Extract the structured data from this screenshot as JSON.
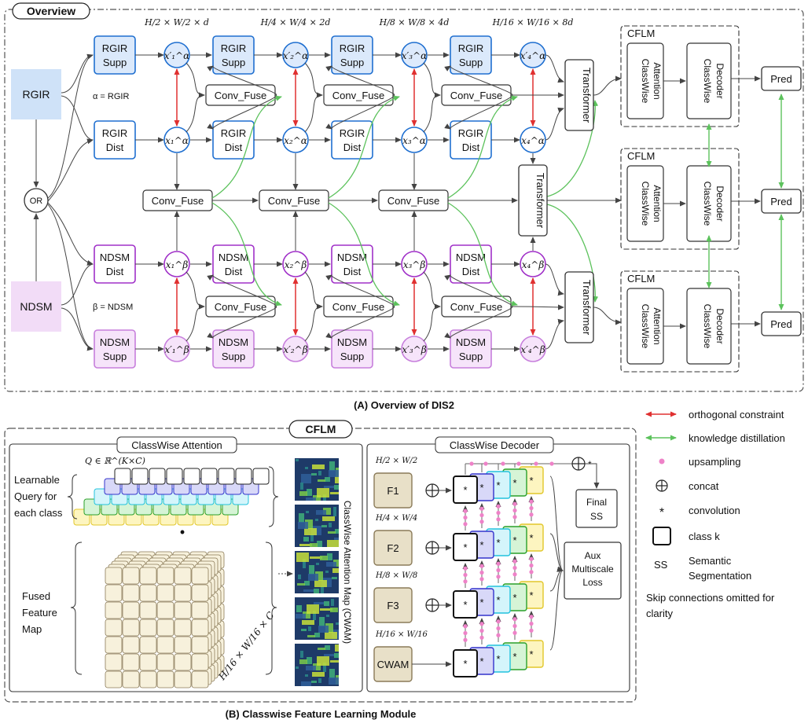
{
  "overview": {
    "label": "Overview",
    "caption": "(A) Overview of DIS2",
    "inputs": {
      "rgir": "RGIR",
      "ndsm": "NDSM",
      "or": "OR"
    },
    "alpha_def": "α = RGIR",
    "beta_def": "β = NDSM",
    "dims": [
      "H/2 × W/2 × d",
      "H/4 × W/4 × 2d",
      "H/8 × W/8 × 4d",
      "H/16 × W/16 × 8d"
    ],
    "rgir_supp": [
      "RGIR",
      "Supp"
    ],
    "rgir_dist": [
      "RGIR",
      "Dist"
    ],
    "ndsm_dist": [
      "NDSM",
      "Dist"
    ],
    "ndsm_supp": [
      "NDSM",
      "Supp"
    ],
    "conv_fuse": "Conv_Fuse",
    "transformer": "Transformer",
    "cflm": "CFLM",
    "classwise_attention": [
      "ClassWise",
      "Attention"
    ],
    "classwise_decoder": [
      "ClassWise",
      "Decoder"
    ],
    "pred": "Pred",
    "nodes": {
      "top": [
        "x′₁^α",
        "x′₂^α",
        "x′₃^α",
        "x′₄^α"
      ],
      "alpha": [
        "x₁^α",
        "x₂^α",
        "x₃^α",
        "x₄^α"
      ],
      "beta": [
        "x₁^β",
        "x₂^β",
        "x₃^β",
        "x₄^β"
      ],
      "bottom": [
        "x′₁^β",
        "x′₂^β",
        "x′₃^β",
        "x′₄^β"
      ]
    }
  },
  "cflm": {
    "title": "CFLM",
    "caption": "(B) Classwise Feature Learning Module",
    "attention_title": "ClassWise Attention",
    "query_set": "Q ∈ ℝ^(K×C)",
    "learnable_query": [
      "Learnable",
      "Query for",
      "each class"
    ],
    "fused_map": [
      "Fused",
      "Feature",
      "Map"
    ],
    "fused_dims": "H/16 × W/16 × C",
    "cwam_label": "ClassWise Attention Map (CWAM)",
    "decoder_title": "ClassWise Decoder",
    "features": [
      {
        "name": "F1",
        "dim": "H/2 × W/2"
      },
      {
        "name": "F2",
        "dim": "H/4 × W/4"
      },
      {
        "name": "F3",
        "dim": "H/8 × W/8"
      },
      {
        "name": "CWAM",
        "dim": "H/16 × W/16"
      }
    ],
    "final_ss": [
      "Final",
      "SS"
    ],
    "aux_loss": [
      "Aux",
      "Multiscale",
      "Loss"
    ]
  },
  "legend": {
    "orthogonal": "orthogonal constraint",
    "distillation": "knowledge distillation",
    "upsampling": "upsampling",
    "concat": "concat",
    "convolution": "convolution",
    "class_k": "class k",
    "ss_abbr": "SS",
    "ss_full": [
      "Semantic",
      "Segmentation"
    ],
    "note": [
      "Skip connections omitted for",
      "clarity"
    ]
  },
  "colors": {
    "rgir": "#cfe2f8",
    "rgir_border": "#1f6fd0",
    "rgir_light": "#dbe9fb",
    "ndsm": "#f2dcf7",
    "ndsm_border": "#a030c8",
    "ndsm_light": "#f6e4fa",
    "orthogonal": "#e03030",
    "distillation": "#5cc25c",
    "upsampling": "#ee82c8",
    "feature_box": "#e8e0c8",
    "cube": "#f7f1dc"
  }
}
